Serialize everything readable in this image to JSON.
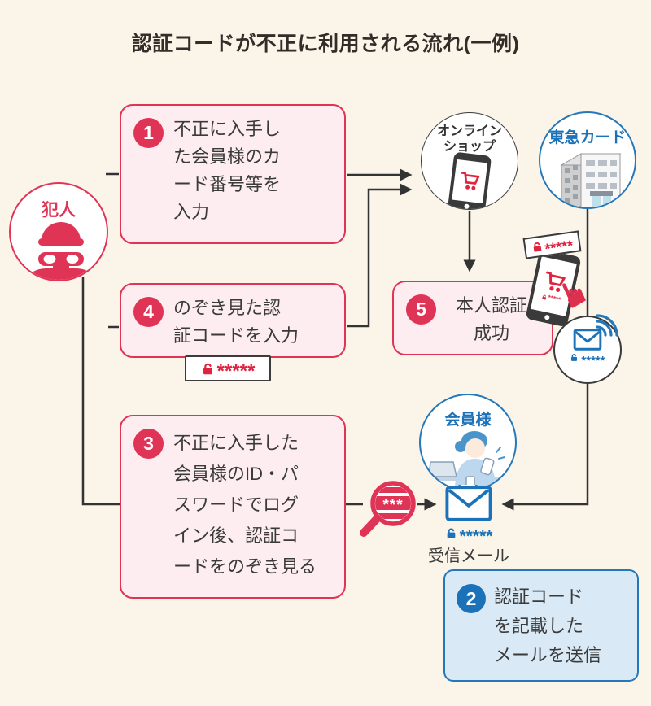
{
  "title": "認証コードが不正に利用される流れ(一例)",
  "steps": {
    "s1": {
      "num": "1",
      "text": "不正に入手し\nた会員様のカ\nード番号等を\n入力"
    },
    "s2": {
      "num": "2",
      "text": "認証コード\nを記載した\nメールを送信"
    },
    "s3": {
      "num": "3",
      "text": "不正に入手した\n会員様のID・パ\nスワードでログ\nイン後、認証コ\nードをのぞき見る"
    },
    "s4": {
      "num": "4",
      "text": "のぞき見た認\n証コードを入力"
    },
    "s5": {
      "num": "5",
      "text": "本人認証\n成功"
    }
  },
  "actors": {
    "criminal": "犯人",
    "online_shop": "オンライン\nショップ",
    "tokyu_card": "東急カード",
    "member": "会員様"
  },
  "codes": {
    "box4_code": "*****",
    "phone_code": "*****",
    "phone_screen_code": "*****",
    "mail_code": "*****",
    "received_code": "*****",
    "magnifier_code": "***"
  },
  "labels": {
    "received_mail": "受信メール"
  },
  "colors": {
    "red": "#e03456",
    "blue": "#1c72b8",
    "pink_fill": "#fdedf0",
    "blue_fill": "#d9e9f6",
    "line_dark": "#333333",
    "background": "#faf4e9"
  }
}
